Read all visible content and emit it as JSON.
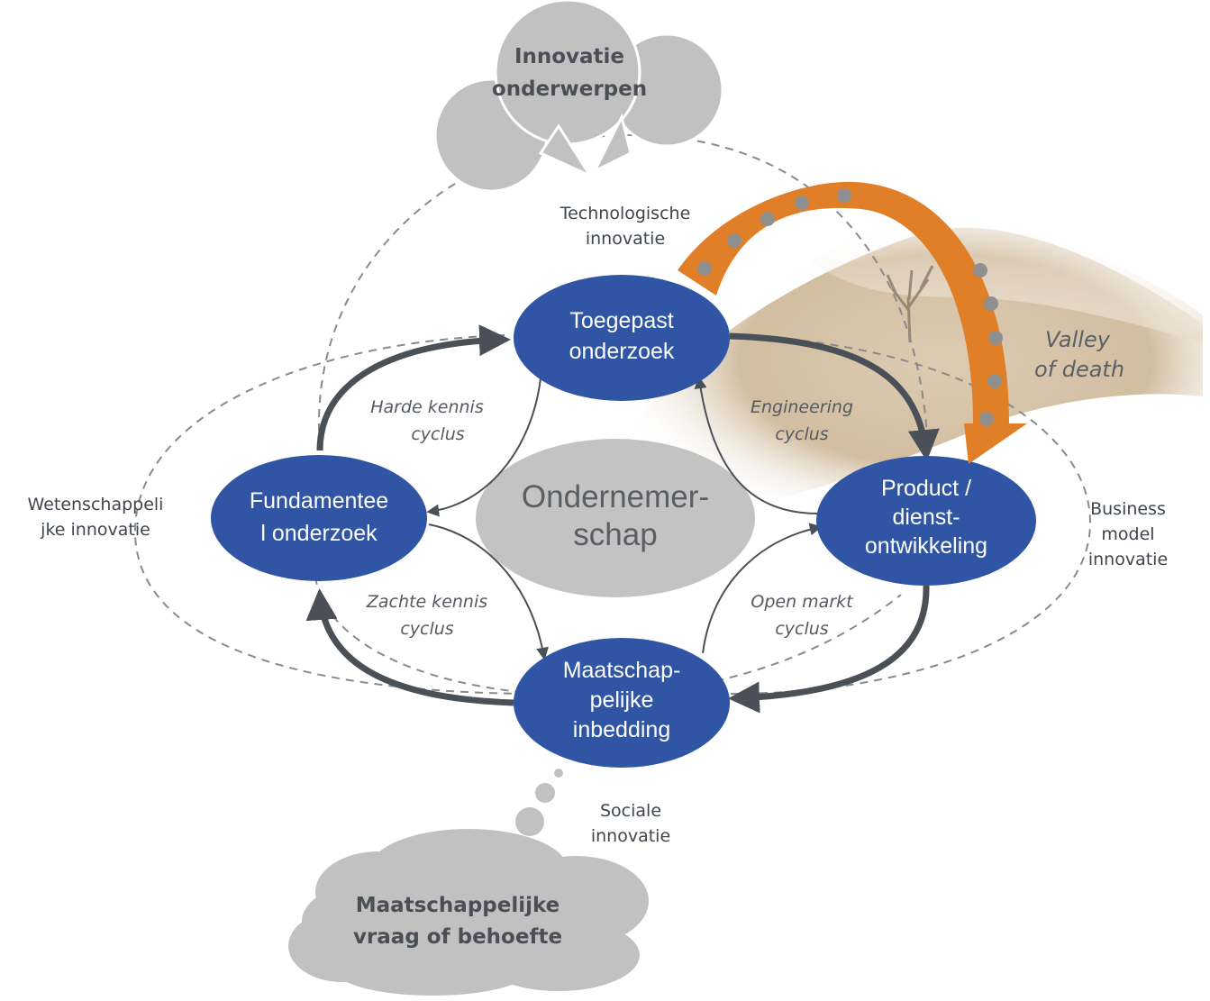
{
  "top_bubble": {
    "line1": "Innovatie",
    "line2": "onderwerpen"
  },
  "bottom_cloud": {
    "line1": "Maatschappelijke",
    "line2": "vraag of behoefte"
  },
  "labels": {
    "technologische": [
      "Technologische",
      "innovatie"
    ],
    "wetenschappelijke": [
      "Wetenschappeli",
      "jke innovatie"
    ],
    "business": [
      "Business",
      "model",
      "innovatie"
    ],
    "sociale": [
      "Sociale",
      "innovatie"
    ]
  },
  "center": {
    "line1": "Ondernemer-",
    "line2": "schap"
  },
  "nodes": {
    "toegepast": [
      "Toegepast",
      "onderzoek"
    ],
    "fundamenteel": [
      "Fundamentee",
      "l onderzoek"
    ],
    "product": [
      "Product /",
      "dienst-",
      "ontwikkeling"
    ],
    "maatschappelijk": [
      "Maatschap-",
      "pelijke",
      "inbedding"
    ]
  },
  "cycles": {
    "harde": [
      "Harde kennis",
      "cyclus"
    ],
    "engineering": [
      "Engineering",
      "cyclus"
    ],
    "zachte": [
      "Zachte kennis",
      "cyclus"
    ],
    "open_markt": [
      "Open markt",
      "cyclus"
    ]
  },
  "valley": {
    "line1": "Valley",
    "line2": "of death"
  },
  "colors": {
    "node_fill": "#2f55a4",
    "center_fill": "#c3c3c3",
    "bubble_fill": "#c0c0c0",
    "arrow_orange": "#e07f27",
    "arrow_dark": "#4a5057",
    "dashed": "#808080"
  }
}
